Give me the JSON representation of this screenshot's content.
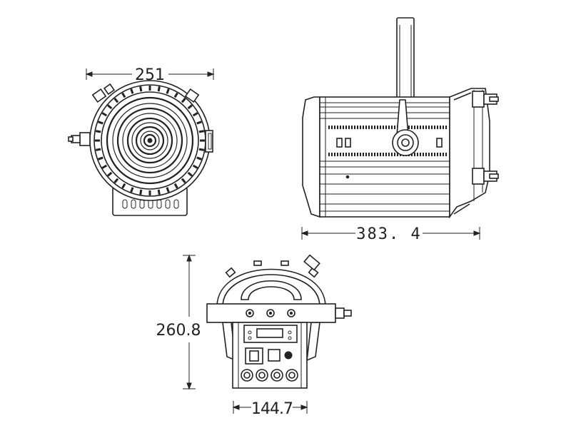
{
  "dimensions": {
    "front_width": "251",
    "side_length": "383. 4",
    "rear_height": "260.8",
    "rear_width": "144.7"
  },
  "colors": {
    "line": "#222222",
    "background": "#ffffff"
  }
}
